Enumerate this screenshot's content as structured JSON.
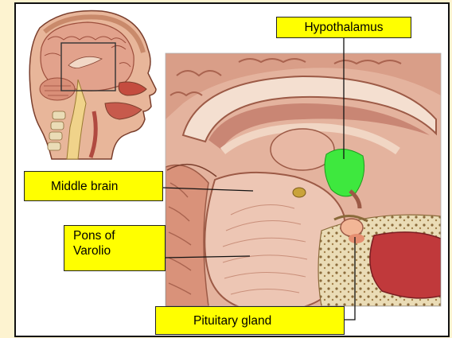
{
  "diagram": {
    "labels": {
      "hypothalamus": "Hypothalamus",
      "middle_brain": "Middle brain",
      "pons": "Pons of\nVarolio",
      "pituitary": "Pituitary gland"
    },
    "colors": {
      "page_background": "#fdf3d0",
      "label_fill": "#ffff00",
      "hypothalamus_highlight": "#3ee83e",
      "brain_tissue": "#e9bfa6",
      "brain_shadow": "#b6735f",
      "bone": "#eadcb6"
    }
  }
}
